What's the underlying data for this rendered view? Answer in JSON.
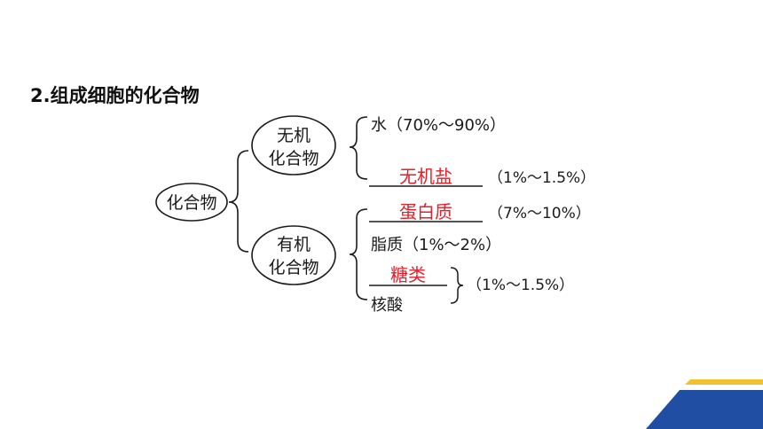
{
  "title": "2.组成细胞的化合物",
  "root": "化合物",
  "groups": [
    {
      "line1": "无机",
      "line2": "化合物",
      "items": [
        {
          "text": "水（70%～90%）"
        },
        {
          "answer": "无机盐",
          "range": "（1%～1.5%）"
        }
      ]
    },
    {
      "line1": "有机",
      "line2": "化合物",
      "items": [
        {
          "answer": "蛋白质",
          "range": "（7%～10%）"
        },
        {
          "text": "脂质（1%～2%）"
        },
        {
          "answer": "糖类"
        },
        {
          "text": "核酸"
        }
      ],
      "shared_range": "（1%～1.5%）"
    }
  ],
  "colors": {
    "answer": "#e0202a",
    "text": "#1a1a1a",
    "accent_blue": "#1f4ea3",
    "accent_yellow": "#f2c12e"
  }
}
